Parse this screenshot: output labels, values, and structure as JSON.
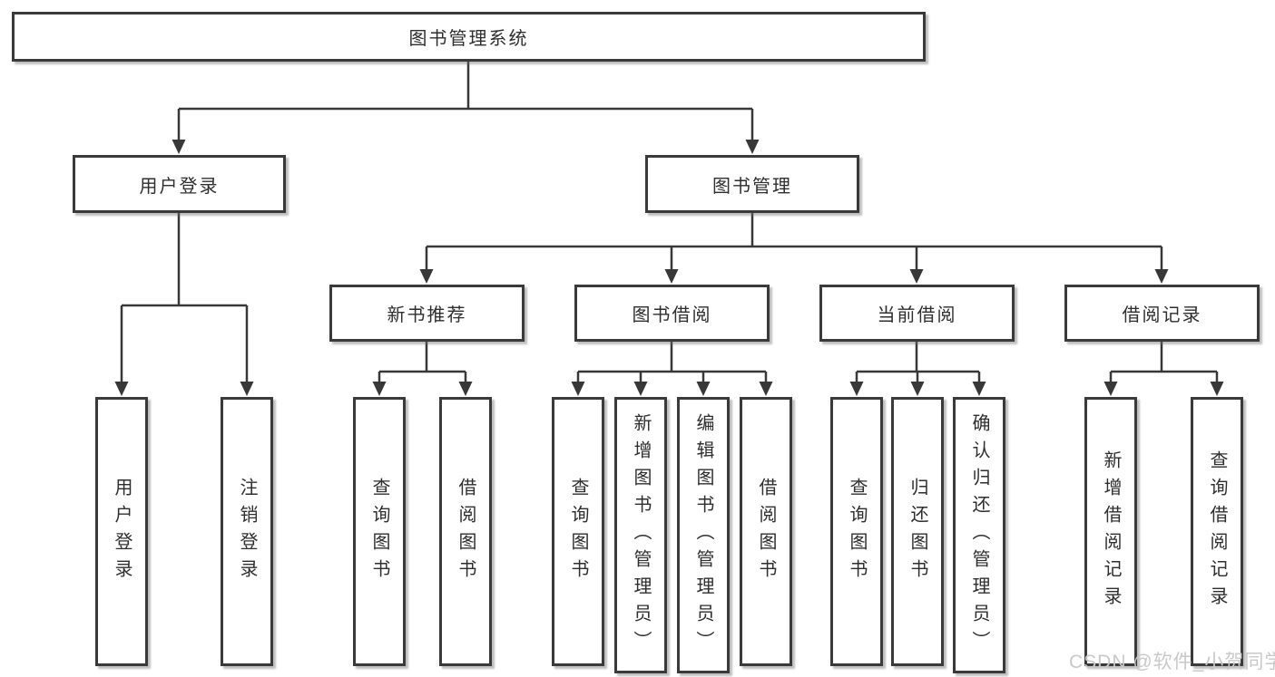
{
  "diagram": {
    "title": "图书管理系统",
    "type": "hierarchy",
    "colors": {
      "line": "#383838",
      "border": "#3a3a3a",
      "text": "#2e2e2e",
      "background": "#ffffff",
      "watermark": "#c9c9c9"
    },
    "nodes": {
      "root": "图书管理系统",
      "user_login": "用户登录",
      "book_mgmt": "图书管理",
      "new_books": "新书推荐",
      "borrow": "图书借阅",
      "current": "当前借阅",
      "records": "借阅记录",
      "leaf_user_login": "用户登录",
      "leaf_logout": "注销登录",
      "leaf_nb_query": "查询图书",
      "leaf_nb_borrow": "借阅图书",
      "leaf_bw_query": "查询图书",
      "leaf_bw_add": "新增图书（管理员）",
      "leaf_bw_edit": "编辑图书（管理员）",
      "leaf_bw_borrow": "借阅图书",
      "leaf_cur_query": "查询图书",
      "leaf_cur_return": "归还图书",
      "leaf_cur_confirm": "确认归还（管理员）",
      "leaf_rec_add": "新增借阅记录",
      "leaf_rec_query": "查询借阅记录"
    },
    "edges": [
      [
        "root",
        "user_login"
      ],
      [
        "root",
        "book_mgmt"
      ],
      [
        "user_login",
        "leaf_user_login"
      ],
      [
        "user_login",
        "leaf_logout"
      ],
      [
        "book_mgmt",
        "new_books"
      ],
      [
        "book_mgmt",
        "borrow"
      ],
      [
        "book_mgmt",
        "current"
      ],
      [
        "book_mgmt",
        "records"
      ],
      [
        "new_books",
        "leaf_nb_query"
      ],
      [
        "new_books",
        "leaf_nb_borrow"
      ],
      [
        "borrow",
        "leaf_bw_query"
      ],
      [
        "borrow",
        "leaf_bw_add"
      ],
      [
        "borrow",
        "leaf_bw_edit"
      ],
      [
        "borrow",
        "leaf_bw_borrow"
      ],
      [
        "current",
        "leaf_cur_query"
      ],
      [
        "current",
        "leaf_cur_return"
      ],
      [
        "current",
        "leaf_cur_confirm"
      ],
      [
        "records",
        "leaf_rec_add"
      ],
      [
        "records",
        "leaf_rec_query"
      ]
    ]
  },
  "watermark": {
    "text": "CSDN @软件_小贺同学"
  }
}
